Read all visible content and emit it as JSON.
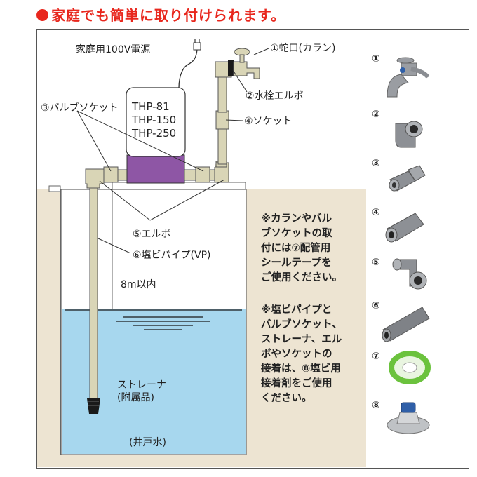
{
  "heading": "家庭でも簡単に取り付けられます。",
  "labels": {
    "power": "家庭用100V電源",
    "faucet": "①蛇口(カラン)",
    "elbow2": "②水栓エルボ",
    "valve_socket": "③バルブソケット",
    "socket": "④ソケット",
    "elbow5": "⑤エルボ",
    "pipe": "⑥塩ビパイプ(VP)",
    "depth": "8m以内",
    "strainer_line1": "ストレーナ",
    "strainer_line2": "(附属品)",
    "well_water": "(井戸水)"
  },
  "models": [
    "THP-81",
    "THP-150",
    "THP-250"
  ],
  "notes": [
    [
      "※カランやバル",
      "ブソケットの取",
      "付には⑦配管用",
      "シールテープを",
      "ご使用ください。"
    ],
    [
      "※塩ビパイプと",
      "バルブソケット、",
      "ストレーナ、エル",
      "ボやソケットの",
      "接着は、⑧塩ビ用",
      "接着剤をご使用",
      "ください。"
    ]
  ],
  "parts": [
    "①",
    "②",
    "③",
    "④",
    "⑤",
    "⑥",
    "⑦",
    "⑧"
  ],
  "colors": {
    "heading": "#e8271d",
    "ground": "#ede4d2",
    "water": "#a7d7ee",
    "pipe": "#d9d5b6",
    "pump": "#8e56a5",
    "parts_gray": "#9a9da2",
    "tape_green": "#6bc23d",
    "strainer_blue": "#2f5fa8"
  }
}
